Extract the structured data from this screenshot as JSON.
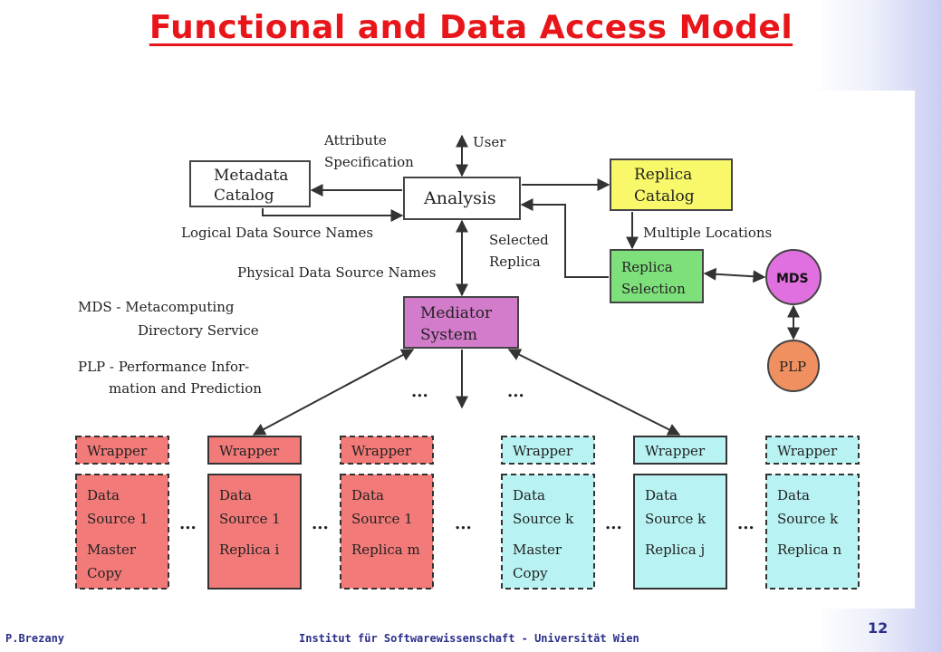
{
  "title": "Functional and Data Access Model",
  "footer": {
    "author": "P.Brezany",
    "institute": "Institut für Softwarewissenschaft - Universität Wien",
    "page": "12"
  },
  "diagram": {
    "metadata_catalog": [
      "Metadata",
      "Catalog"
    ],
    "analysis": "Analysis",
    "replica_catalog": [
      "Replica",
      "Catalog"
    ],
    "replica_selection": [
      "Replica",
      "Selection"
    ],
    "mediator_system": [
      "Mediator",
      "System"
    ],
    "mds": "MDS",
    "plp": "PLP",
    "labels": {
      "user": "User",
      "attribute_spec": [
        "Attribute",
        "Specification"
      ],
      "logical_names": "Logical Data Source Names",
      "physical_names": "Physical Data Source Names",
      "selected_replica": [
        "Selected",
        "Replica"
      ],
      "multiple_locations": "Multiple Locations",
      "ellipsis": "..."
    },
    "legend": {
      "mds": [
        "MDS - Metacomputing",
        "Directory Service"
      ],
      "plp": [
        "PLP - Performance Infor-",
        "mation and Prediction"
      ]
    },
    "wrapper_label": "Wrapper",
    "sources": [
      {
        "lines": [
          "Data",
          "Source 1",
          "Master",
          "Copy"
        ],
        "color": "red",
        "dashed": true
      },
      {
        "lines": [
          "Data",
          "Source 1",
          "Replica i"
        ],
        "color": "red",
        "dashed": false
      },
      {
        "lines": [
          "Data",
          "Source 1",
          "Replica m"
        ],
        "color": "red",
        "dashed": true
      },
      {
        "lines": [
          "Data",
          "Source k",
          "Master",
          "Copy"
        ],
        "color": "cyan",
        "dashed": true
      },
      {
        "lines": [
          "Data",
          "Source k",
          "Replica j"
        ],
        "color": "cyan",
        "dashed": false
      },
      {
        "lines": [
          "Data",
          "Source k",
          "Replica n"
        ],
        "color": "cyan",
        "dashed": true
      }
    ]
  },
  "colors": {
    "title": "#e8161a",
    "replica_catalog": "#f8f86a",
    "replica_selection": "#7ee07a",
    "mediator": "#d47ccc",
    "mds": "#e070e0",
    "plp": "#f09060",
    "red_fill": "#f27a78",
    "cyan_fill": "#b8f2f2"
  }
}
